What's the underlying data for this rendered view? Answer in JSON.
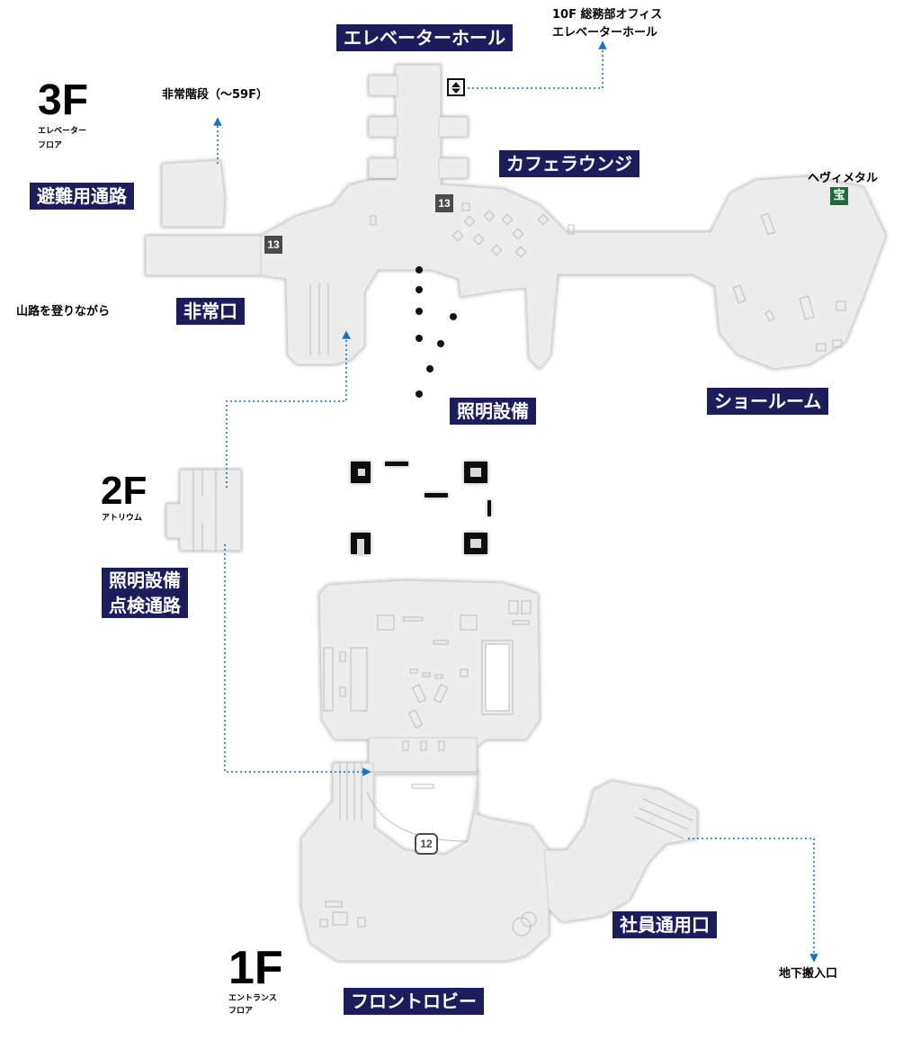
{
  "floors": {
    "f3": {
      "number": "3F",
      "name_line1": "エレベーター",
      "name_line2": "フロア"
    },
    "f2": {
      "number": "2F",
      "name": "アトリウム"
    },
    "f1": {
      "number": "1F",
      "name_line1": "エントランス",
      "name_line2": "フロア"
    }
  },
  "areas": {
    "elevator_hall": "エレベーターホール",
    "cafe_lounge": "カフェラウンジ",
    "evac_route": "避難用通路",
    "emergency_exit": "非常口",
    "showroom": "ショールーム",
    "lighting": "照明設備",
    "lighting_inspection_line1": "照明設備",
    "lighting_inspection_line2": "点検通路",
    "staff_entrance": "社員通用口",
    "front_lobby": "フロントロビー"
  },
  "notes": {
    "office_10f_line1": "10F 総務部オフィス",
    "office_10f_line2": "エレベーターホール",
    "emergency_stairs": "非常階段（～59F）",
    "mountain_path": "山路を登りながら",
    "heavy_metal": "ヘヴィメタル",
    "basement": "地下搬入口"
  },
  "markers": {
    "room13_a": "13",
    "room13_b": "13",
    "room12": "12",
    "treasure": "宝"
  },
  "icons": {
    "elevator": "elevator-updown-icon",
    "treasure": "treasure-chest-icon"
  },
  "colors": {
    "label_bg": "#1d1d5c",
    "floor_fill": "#ececec",
    "route_line": "#1a73b8",
    "treasure": "#1f6b3a",
    "marker": "#4b4b4b"
  }
}
